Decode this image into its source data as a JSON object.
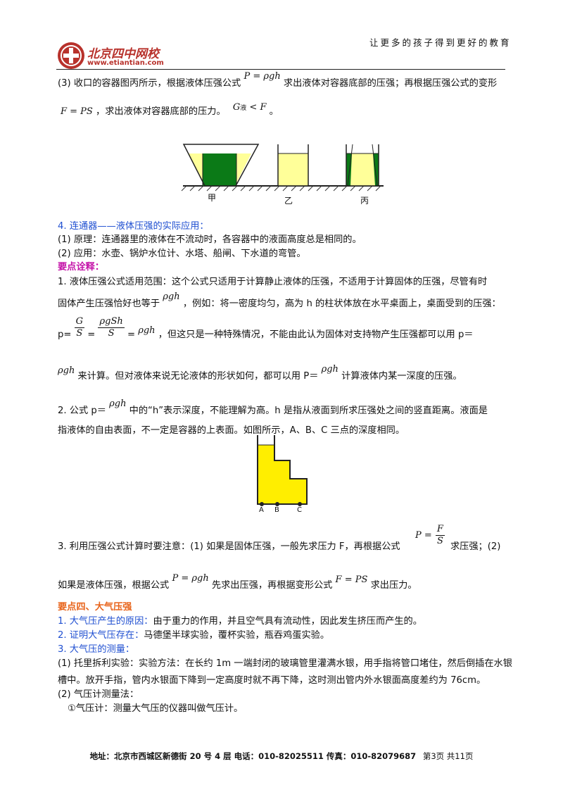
{
  "header": {
    "logo_text": "北京四中网校",
    "logo_url": "www.etiantian.com",
    "slogan": "让更多的孩子得到更好的教育"
  },
  "para3": {
    "line1_a": "(3) 收口的容器图丙所示，根据液体压强公式",
    "line1_b": "求出液体对容器底部的压强；再根据压强公式的变形",
    "line2_a": "，求出液体对容器底部的压力。",
    "line2_end": "。",
    "formula_p": "P = ρgh",
    "formula_f": "F = PS",
    "formula_g": "G",
    "formula_g_sub": "液",
    "formula_g_rest": " < F"
  },
  "figure1": {
    "labels": [
      "甲",
      "乙",
      "丙"
    ]
  },
  "sec4": {
    "title": "4. 连通器——液体压强的实际应用：",
    "p1": "(1) 原理：连通器里的液体在不流动时，各容器中的液面高度总是相同的。",
    "p2": "(2) 应用：水壶、锅炉水位计、水塔、船闸、下水道的弯管。"
  },
  "notes": {
    "title": "要点诠释：",
    "n1_l1": "1. 液体压强公式适用范围：这个公式只适用于计算静止液体的压强，不适用于计算固体的压强，尽管有时",
    "n1_l2": "固体产生压强恰好也等于",
    "n1_l2b": "，例如：将一密度均匀，高为 h 的柱状体放在水平桌面上，桌面受到的压强：",
    "n1_l3_p": "p=",
    "n1_l3_eq": "=",
    "n1_l3b": "，但这只是一种特殊情况，不能由此认为固体对支持物产生压强都可以用 p＝",
    "n1_l4": "来计算。但对液体来说无论液体的形状如何，都可以用 P＝",
    "n1_l4b": "计算液体内某一深度的压强。",
    "rho_gh": "ρgh",
    "frac1_n": "G",
    "frac1_d": "S",
    "frac2_n": "ρgSh",
    "frac2_d": "S",
    "n2_l1a": "2. 公式 p＝",
    "n2_l1b": "中的“h”表示深度，不能理解为高。h 是指从液面到所求压强处之间的竖直距离。液面是",
    "n2_l2": "指液体的自由表面，不一定是容器的上表面。如图所示，A、B、C 三点的深度相同。"
  },
  "figure2": {
    "labels": [
      "A",
      "B",
      "C"
    ]
  },
  "note3": {
    "l1a": "3. 利用压强公式计算时要注意：(1) 如果是固体压强，一般先求压力 F，再根据公式",
    "l1b": "求压强；(2)",
    "l2a": "如果是液体压强，根据公式",
    "l2b": "先求出压强，再根据变形公式",
    "l2c": "求出压力。",
    "frac_lhs": "P =",
    "frac_n": "F",
    "frac_d": "S",
    "formula_p": "P = ρgh",
    "formula_f": "F = PS"
  },
  "sec_atm": {
    "title": "要点四、大气压强",
    "i1": "1. 大气压产生的原因：",
    "i1b": "由于重力的作用，并且空气具有流动性，因此发生挤压而产生的。",
    "i2": "2. 证明大气压存在：",
    "i2b": "马德堡半球实验，覆杯实验，瓶吞鸡蛋实验。",
    "i3": "3. 大气压的测量：",
    "p1_l1": "(1) 托里拆利实验：实验方法：在长约 1m 一端封闭的玻璃管里灌满水银，用手指将管口堵住，然后倒插在水银",
    "p1_l2": "槽中。放开手指，管内水银面下降到一定高度时就不再下降，这时测出管内外水银面高度差约为 76cm。",
    "p2": "(2) 气压计测量法：",
    "p2a": "①气压计：测量大气压的仪器叫做气压计。"
  },
  "footer": {
    "address": "地址：北京市西城区新德街 20 号 4 层  电话：010-82025511  传真：010-82079687",
    "page": "第3页  共11页"
  },
  "colors": {
    "green": "#0b7a17",
    "yellow": "#ffff99",
    "mercury_yellow": "#ffee00",
    "blue": "#1f4fd1",
    "magenta": "#c413a8",
    "orange": "#e8641b",
    "logo_red": "#b8322c"
  }
}
